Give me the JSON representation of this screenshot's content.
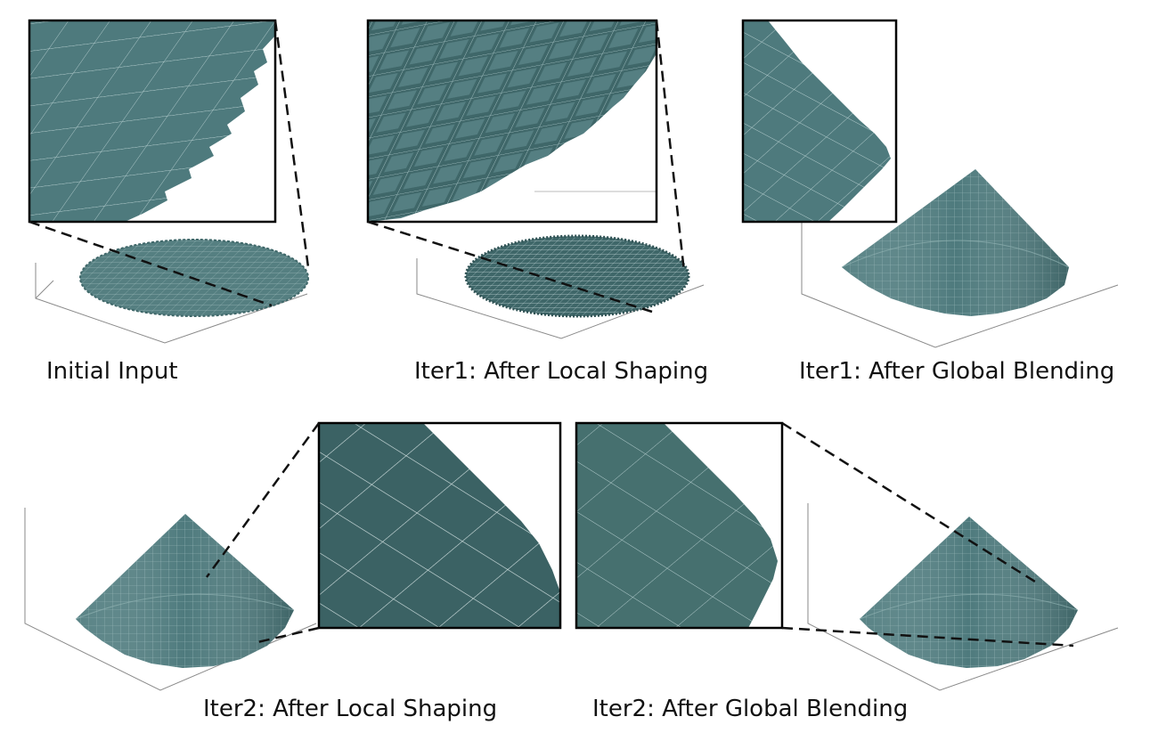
{
  "colors": {
    "surface": "#4e7a7d",
    "surface_dark": "#2f5254",
    "surface_light": "#6f9597",
    "grid_line": "#b8d0d1",
    "zoom_box_border": "#000000",
    "connector": "#111111",
    "axis": "#8a8a8a",
    "background": "#ffffff"
  },
  "panels": [
    {
      "id": "initial-input",
      "caption": "Initial Input",
      "surface": "flat-disc"
    },
    {
      "id": "iter1-local-shaping",
      "caption": "Iter1: After Local Shaping",
      "surface": "disc-local-tiles"
    },
    {
      "id": "iter1-global-blending",
      "caption": "Iter1: After Global Blending",
      "surface": "cone"
    },
    {
      "id": "iter2-local-shaping",
      "caption": "Iter2: After Local Shaping",
      "surface": "cone"
    },
    {
      "id": "iter2-global-blending",
      "caption": "Iter2: After Global Blending",
      "surface": "cone"
    }
  ]
}
